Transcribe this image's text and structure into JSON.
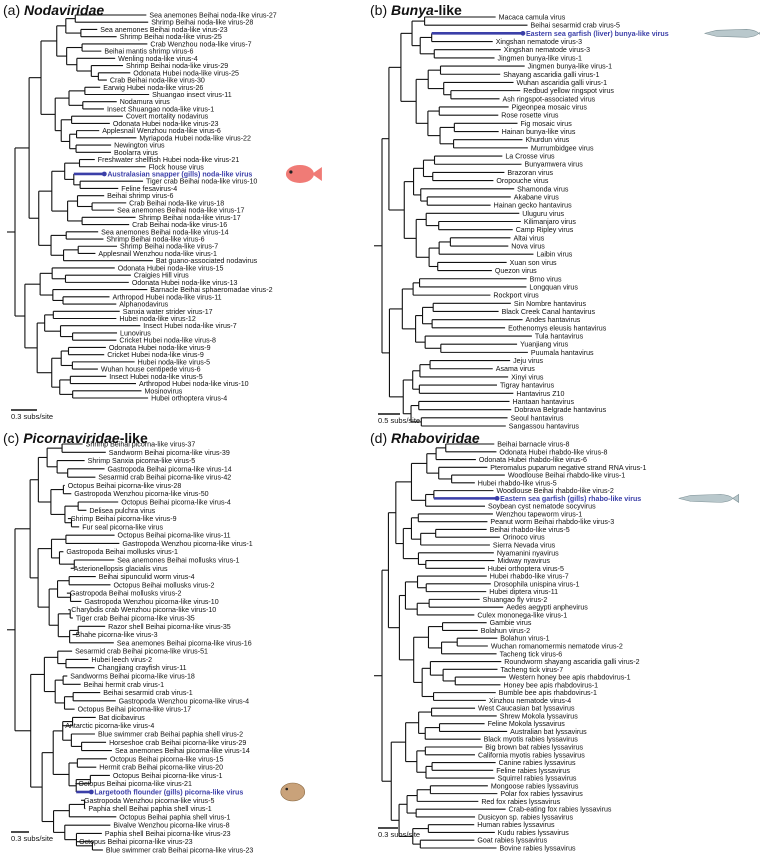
{
  "colors": {
    "branch": "#111111",
    "highlight": "#3b3fa8",
    "fish_red": "#f07b76",
    "fish_flat": "#c9a27a",
    "garfish": "#b9c8cc"
  },
  "panels": [
    {
      "id": "a",
      "label": "(a)",
      "family": "Nodaviridae",
      "suffix": "",
      "scale": "0.3 subs/site",
      "highlight": "Australasian snapper (gills) noda-like virus",
      "fish_icon": "snapper-fish-icon",
      "leaves": [
        "Sea anemones Beihai noda-like virus-27",
        "Shrimp Beihai noda-like virus-28",
        "Sea anemones Beihai noda-like virus-23",
        "Shrimp Beihai noda-like virus-25",
        "Crab Wenzhou noda-like virus-7",
        "Beihai mantis shrimp virus-6",
        "Wenling noda-like virus-4",
        "Shrimp Beihai noda-like virus-29",
        "Odonata Hubei noda-like virus-25",
        "Crab Beihai noda-like virus-30",
        "Earwig Hubei noda-like virus-26",
        "Shuangao insect virus-11",
        "Nodamura virus",
        "Insect Shuangao noda-like virus-1",
        "Covert mortality nodavirus",
        "Odonata Hubei noda-like virus-23",
        "Applesnail Wenzhou noda-like virus-6",
        "Myriapoda Hubei noda-like virus-22",
        "Newington virus",
        "Boolarra virus",
        "Freshwater shellfish Hubei noda-like virus-21",
        "Flock house virus",
        "Australasian snapper (gills) noda-like virus",
        "Tiger crab Beihai noda-like virus-10",
        "Feline fesavirus-4",
        "Beihai shrimp virus-6",
        "Crab Beihai noda-like virus-18",
        "Sea anemones Beihai noda-like virus-17",
        "Shrimp Beihai noda-like virus-17",
        "Crab Beihai noda-like virus-16",
        "Sea anemones Beihai noda-like virus-14",
        "Shrimp Beihai noda-like virus-6",
        "Shrimp Beihai noda-like virus-7",
        "Applesnail Wenzhou noda-like virus-1",
        "Bat guano-associated nodavirus",
        "Odonata Hubei noda-like virus-15",
        "Craigies Hill virus",
        "Odonata Hubei noda-like virus-13",
        "Barnacle Beihai sphaeromadae virus-2",
        "Arthropod Hubei noda-like virus-11",
        "Alphanodavirus",
        "Sanxia water strider virus-17",
        "Hubei noda-like virus-12",
        "Insect Hubei noda-like virus-7",
        "Lunovirus",
        "Cricket Hubei noda-like virus-8",
        "Odonata Hubei noda-like virus-9",
        "Cricket Hubei noda-like virus-9",
        "Hubei noda-like virus-5",
        "Wuhan house centipede virus-6",
        "Insect Hubei noda-like virus-5",
        "Arthropod Hubei noda-like virus-10",
        "Mosinovirus",
        "Hubei orthoptera virus-4"
      ]
    },
    {
      "id": "b",
      "label": "(b)",
      "family": "Bunya",
      "suffix": "-like",
      "scale": "0.5 subs/site",
      "highlight": "Eastern sea garfish (liver) bunya-like virus",
      "fish_icon": "garfish-icon",
      "leaves": [
        "Macaca camula virus",
        "Beihai sesarmid crab virus-5",
        "Eastern sea garfish (liver) bunya-like virus",
        "Xingshan nematode virus-3",
        "Xingshan nematode virus-3",
        "Jingmen bunya-like virus-1",
        "Jingmen bunya-like virus-1",
        "Shayang ascaridia galli virus-1",
        "Wuhan ascaridia galli virus-1",
        "Redbud yellow ringspot virus",
        "Ash ringspot-associated virus",
        "Pigeonpea mosaic virus",
        "Rose rosette virus",
        "Fig mosaic virus",
        "Hainan bunya-like virus",
        "Khurdun virus",
        "Murrumbidgee virus",
        "La Crosse virus",
        "Bunyamwera virus",
        "Brazoran virus",
        "Oropouche virus",
        "Shamonda virus",
        "Akabane virus",
        "Hainan gecko hantavirus",
        "Uluguru virus",
        "Kilimanjaro virus",
        "Camp Ripley virus",
        "Altai virus",
        "Nova virus",
        "Laibin virus",
        "Xuan son virus",
        "Quezon virus",
        "Brno virus",
        "Longquan virus",
        "Rockport virus",
        "Sin Nombre hantavirus",
        "Black Creek Canal hantavirus",
        "Andes hantavirus",
        "Eothenomys eleusis hantavirus",
        "Tula hantavirus",
        "Yuanjiang virus",
        "Puumala hantavirus",
        "Jeju virus",
        "Asama virus",
        "Xinyi virus",
        "Tigray hantavirus",
        "Hantavirus Z10",
        "Hantaan hantavirus",
        "Dobrava Belgrade hantavirus",
        "Seoul hantavirus",
        "Sangassou hantavirus"
      ]
    },
    {
      "id": "c",
      "label": "(c)",
      "family": "Picornaviridae",
      "suffix": "-like",
      "scale": "0.3 subs/site",
      "highlight": "Largetooth flounder (gills) picorna-like virus",
      "fish_icon": "flounder-fish-icon",
      "leaves": [
        "Shrimp Beihai picorna-like virus-37",
        "Sandworm Beihai picorna-like virus-39",
        "Shrimp Sanxia picorna-like virus-5",
        "Gastropoda Beihai picorna-like virus-14",
        "Sesarmid crab Beihai picorna-like virus-42",
        "Octopus Beihai picorna-like virus-28",
        "Gastropoda Wenzhou picorna-like virus-50",
        "Octopus Beihai picorna-like virus-4",
        "Delisea pulchra virus",
        "Shrimp Beihai picorna-like virus-9",
        "Fur seal picorna-like virus",
        "Octopus Beihai picorna-like virus-11",
        "Gastropoda Wenzhou picorna-like virus-1",
        "Gastropoda Beihai mollusks virus-1",
        "Sea anemones Beihai mollusks virus-1",
        "Asterionellopsis glacialis virus",
        "Beihai sipunculid worm virus-4",
        "Octopus Beihai mollusks virus-2",
        "Gastropoda Beihai mollusks virus-2",
        "Gastropoda Wenzhou picorna-like virus-10",
        "Charybdis crab Wenzhou picorna-like virus-10",
        "Tiger crab Beihai picorna-like virus-35",
        "Razor shell Beihai picorna-like virus-35",
        "Shahe picorna-like virus-3",
        "Sea anemones Beihai picorna-like virus-16",
        "Sesarmid crab Beihai picorna-like virus-51",
        "Hubei leech virus-2",
        "Changjiang crayfish virus-11",
        "Sandworms Beihai picorna-like virus-18",
        "Beihai hermit crab virus-1",
        "Beihai sesarmid crab virus-1",
        "Gastropoda Wenzhou picorna-like virus-4",
        "Octopus Beihai picorna-like virus-17",
        "Bat dicibavirus",
        "Antarctic picorna-like virus-4",
        "Blue swimmer crab Beihai paphia shell virus-2",
        "Horseshoe crab Beihai picorna-like virus-29",
        "Sea anemones Beihai picorna-like virus-14",
        "Octopus Beihai picorna-like virus-15",
        "Hermit crab Beihai picorna-like virus-20",
        "Octopus Beihai picorna-like virus-1",
        "Octopus Beihai picorna-like virus-21",
        "Largetooth flounder (gills) picorna-like virus",
        "Gastropoda Wenzhou picorna-like virus-5",
        "Paphia shell Beihai paphia shell virus-1",
        "Octopus Beihai paphia shell virus-1",
        "Bivalve Wenzhou picorna-like virus-8",
        "Paphia shell Beihai picorna-like virus-23",
        "Octopus Beihai picorna-like virus-23",
        "Blue swimmer crab Beihai picorna-like virus-23"
      ]
    },
    {
      "id": "d",
      "label": "(d)",
      "family": "Rhaboviridae",
      "suffix": "",
      "scale": "0.3 subs/site",
      "highlight": "Eastern sea garfish (gills) rhabo-like virus",
      "fish_icon": "garfish-icon",
      "leaves": [
        "Beihai barnacle virus-8",
        "Odonata Hubei rhabdo-like virus-8",
        "Odonata Hubei rhabdo-like virus-6",
        "Pteromalus puparum negative strand RNA virus-1",
        "Woodlouse Beihai rhabdo-like virus-1",
        "Hubei rhabdo-like virus-5",
        "Woodlouse Beihai rhabdo-like virus-2",
        "Eastern sea garfish (gills) rhabo-like virus",
        "Soybean cyst nematode socyvirus",
        "Wenzhou tapeworm virus-1",
        "Peanut worm Beihai rhabdo-like virus-3",
        "Beihai rhabdo-like virus-5",
        "Orinoco virus",
        "Sierra Nevada virus",
        "Nyamanini nyavirus",
        "Midway nyavirus",
        "Hubei orthoptera virus-5",
        "Hubei rhabdo-like virus-7",
        "Drosophila unispina virus-1",
        "Hubei diptera virus-11",
        "Shuangao fly virus-2",
        "Aedes aegypti anphevirus",
        "Culex mononega-like virus-1",
        "Gambie virus",
        "Bolahun virus-2",
        "Bolahun virus-1",
        "Wuchan romanomermis nematode virus-2",
        "Tacheng tick virus-6",
        "Roundworm shayang ascaridia galli virus-2",
        "Tacheng tick virus-7",
        "Western honey bee apis rhabdovirus-1",
        "Honey bee apis rhabdovirus-1",
        "Bumble bee apis rhabdovirus-1",
        "Xinzhou nematode virus-4",
        "West Caucasian bat lyssavirus",
        "Shrew Mokola lyssavirus",
        "Feline Mokola lyssavirus",
        "Australian bat lyssavirus",
        "Black myotis rabies lyssavirus",
        "Big brown bat rabies lyssavirus",
        "California myotis rabies lyssavirus",
        "Canine rabies lyssavirus",
        "Feline rabies lyssavirus",
        "Squirrel rabies lyssavirus",
        "Mongoose rabies lyssavirus",
        "Polar fox rabies lyssavirus",
        "Red fox rabies lyssavirus",
        "Crab-eating fox rabies lyssavirus",
        "Dusicyon sp. rabies lyssavirus",
        "Human rabies lyssavirus",
        "Kudu rabies lyssavirus",
        "Goat rabies lyssavirus",
        "Bovine rabies lyssavirus"
      ]
    }
  ]
}
